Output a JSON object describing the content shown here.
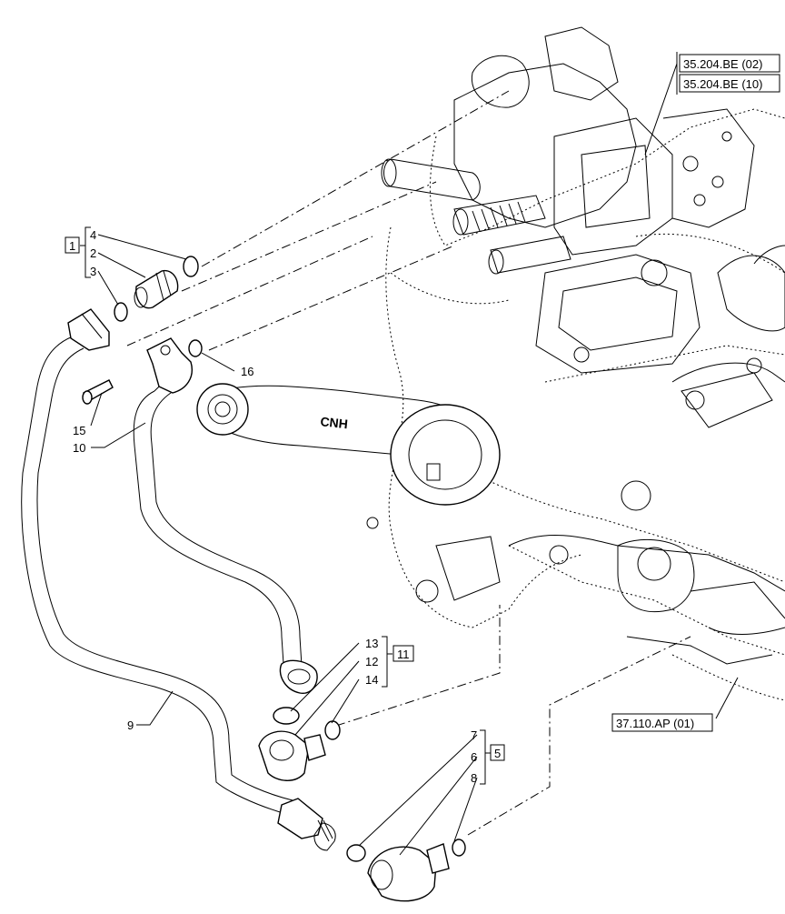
{
  "callouts": {
    "c1": "1",
    "c2": "2",
    "c3": "3",
    "c4": "4",
    "c5": "5",
    "c6": "6",
    "c7": "7",
    "c8": "8",
    "c9": "9",
    "c10": "10",
    "c11": "11",
    "c12": "12",
    "c13": "13",
    "c14": "14",
    "c15": "15",
    "c16": "16"
  },
  "references": {
    "ref_a": "35.204.BE (02)",
    "ref_b": "35.204.BE (10)",
    "ref_c": "37.110.AP (01)"
  },
  "brand_marking": "CNH"
}
